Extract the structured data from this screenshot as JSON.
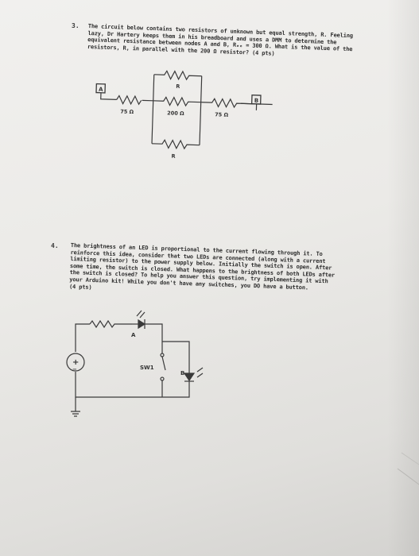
{
  "question3": {
    "number": "3.",
    "lines": [
      "The circuit below contains two resistors of unknown but equal strength, R. Feeling",
      "lazy, Dr Hartery keeps them in his breadboard and uses a DMM to determine the",
      "equivalent resistance between nodes A and B, Rₑₑ = 300 Ω. What is the value of the",
      "resistors, R, in parallel with the 200 Ω resistor? (4 pts)"
    ],
    "circuit": {
      "node_a": "A",
      "node_b": "B",
      "r_top": "R",
      "r_bottom": "R",
      "r_left": "75 Ω",
      "r_middle": "200 Ω",
      "r_right": "75 Ω"
    }
  },
  "question4": {
    "number": "4.",
    "lines": [
      "The brightness of an LED is proportional to the current flowing through it. To",
      "reinforce this idea, consider that two LEDs are connected (along with a current",
      "limiting resistor) to the power supply below. Initially the switch is open. After",
      "some time, the switch is closed. What happens to the brightness of both LEDs after",
      "the switch is closed? To help you answer this question, try implementing it with",
      "your Arduino kit! While you don't have any switches, you DO have a button.",
      "(4 pts)"
    ],
    "circuit": {
      "led_a": "A",
      "led_b": "B",
      "switch": "SW1",
      "source": "+"
    }
  }
}
